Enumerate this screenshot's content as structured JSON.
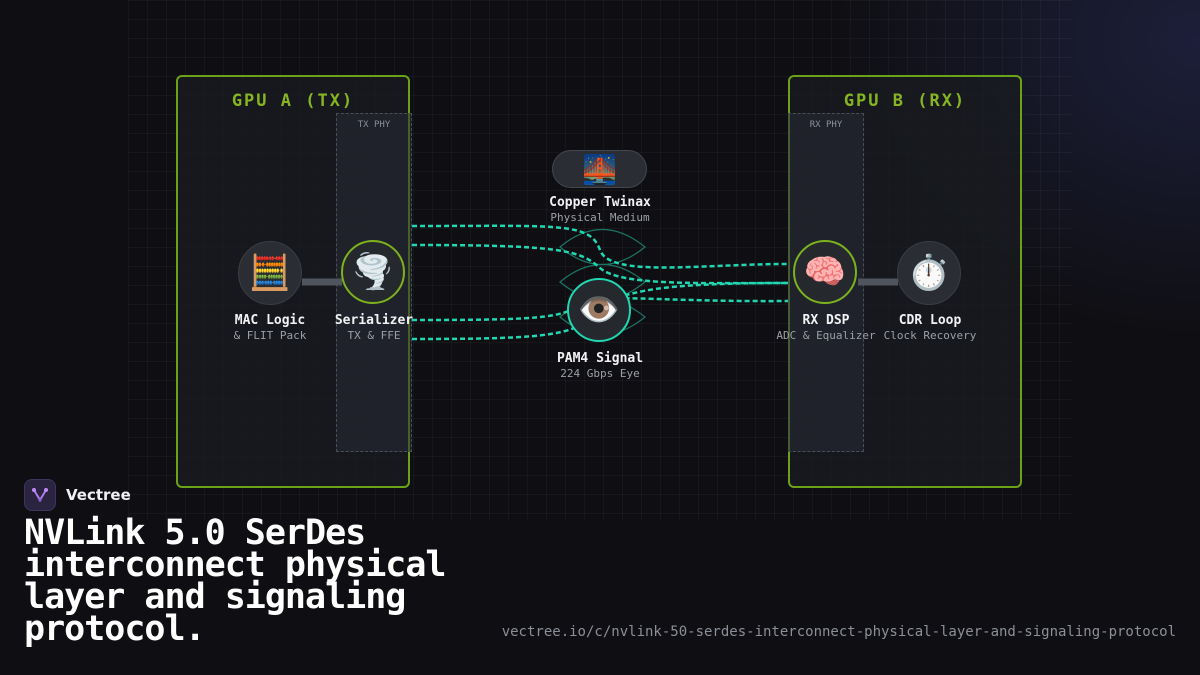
{
  "gpu_a": {
    "title": "GPU A (TX)",
    "phy_label": "TX PHY"
  },
  "gpu_b": {
    "title": "GPU B (RX)",
    "phy_label": "RX PHY"
  },
  "nodes": {
    "mac": {
      "icon": "abacus-icon",
      "glyph": "🧮",
      "label": "MAC Logic",
      "sub": "& FLIT Pack"
    },
    "serializer": {
      "icon": "tornado-icon",
      "glyph": "🌪️",
      "label": "Serializer",
      "sub": "TX & FFE"
    },
    "medium": {
      "icon": "bridge-icon",
      "glyph": "🌉",
      "label": "Copper Twinax",
      "sub": "Physical Medium"
    },
    "pam4": {
      "icon": "eye-icon",
      "glyph": "👁️",
      "label": "PAM4 Signal",
      "sub": "224 Gbps Eye"
    },
    "rx_dsp": {
      "icon": "brain-icon",
      "glyph": "🧠",
      "label": "RX DSP",
      "sub": "ADC & Equalizer"
    },
    "cdr": {
      "icon": "stopwatch-icon",
      "glyph": "⏱️",
      "label": "CDR Loop",
      "sub": "Clock Recovery"
    }
  },
  "colors": {
    "gpu_border": "#6aa317",
    "signal": "#21d6b0",
    "accent_green": "#7db21e"
  },
  "brand": {
    "name": "Vectree",
    "logo_icon": "vectree-logo-icon"
  },
  "headline": "NVLink 5.0 SerDes interconnect physical layer and signaling protocol.",
  "url": "vectree.io/c/nvlink-50-serdes-interconnect-physical-layer-and-signaling-protocol"
}
